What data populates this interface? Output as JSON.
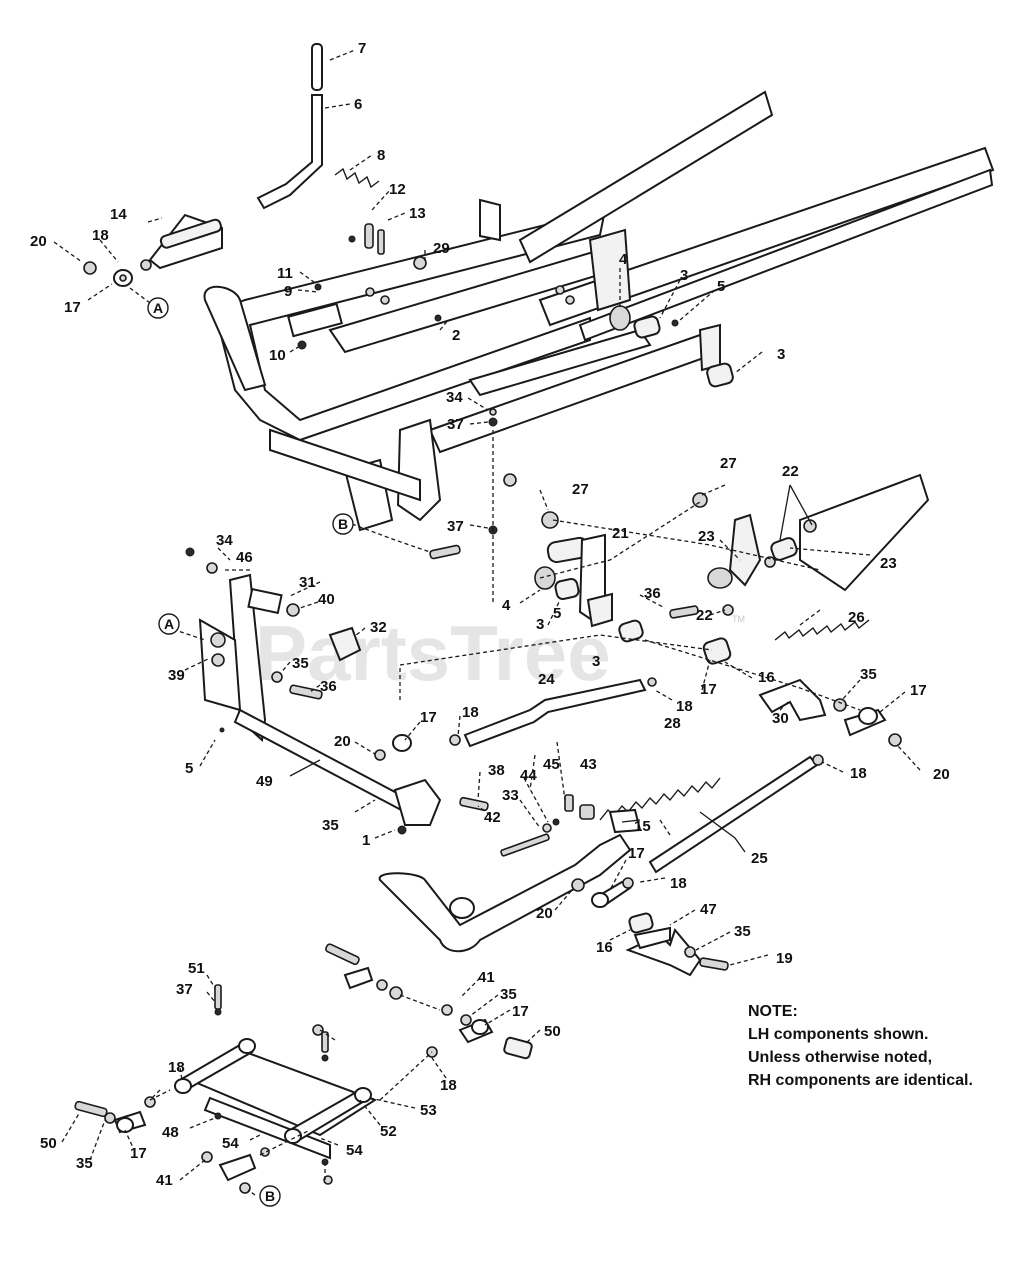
{
  "watermark": {
    "text": "PartsTree",
    "trademark": "TM"
  },
  "note": {
    "heading": "NOTE:",
    "line1": "LH components shown.",
    "line2": "Unless otherwise noted,",
    "line3": "RH components are identical."
  },
  "reference_markers": {
    "a": "A",
    "b": "B"
  },
  "callouts": {
    "c7": "7",
    "c6": "6",
    "c8": "8",
    "c12": "12",
    "c13": "13",
    "c14": "14",
    "c20_a": "20",
    "c18_a": "18",
    "c17_a": "17",
    "c11": "11",
    "c9": "9",
    "c29": "29",
    "c10": "10",
    "c2": "2",
    "c4_a": "4",
    "c3_a": "3",
    "c5_a": "5",
    "c3_b": "3",
    "c34_a": "34",
    "c37_a": "37",
    "c37_b": "37",
    "c27_a": "27",
    "c27_b": "27",
    "c22_a": "22",
    "c21": "21",
    "c23_a": "23",
    "c23_b": "23",
    "c36_a": "36",
    "c22_b": "22",
    "c26": "26",
    "c4_b": "4",
    "c3_c": "3",
    "c5_b": "5",
    "c3_d": "3",
    "c17_b": "17",
    "c16_a": "16",
    "c35_a": "35",
    "c17_c": "17",
    "c30": "30",
    "c20_b": "20",
    "c18_b": "18",
    "c34_b": "34",
    "c46": "46",
    "c31": "31",
    "c40": "40",
    "c32": "32",
    "c39": "39",
    "c35_b": "35",
    "c36_b": "36",
    "c24": "24",
    "c18_c": "18",
    "c28": "28",
    "c5_c": "5",
    "c17_d": "17",
    "c18_d": "18",
    "c20_c": "20",
    "c49": "49",
    "c38": "38",
    "c45": "45",
    "c43": "43",
    "c44": "44",
    "c33": "33",
    "c42": "42",
    "c15": "15",
    "c35_c": "35",
    "c1": "1",
    "c25": "25",
    "c17_e": "17",
    "c18_e": "18",
    "c20_d": "20",
    "c47": "47",
    "c35_d": "35",
    "c16_b": "16",
    "c19": "19",
    "c51": "51",
    "c37_c": "37",
    "c41_a": "41",
    "c35_e": "35",
    "c17_f": "17",
    "c50_a": "50",
    "c18_f": "18",
    "c18_g": "18",
    "c53": "53",
    "c48": "48",
    "c52": "52",
    "c54_a": "54",
    "c54_b": "54",
    "c50_b": "50",
    "c35_f": "35",
    "c17_g": "17",
    "c41_b": "41"
  }
}
